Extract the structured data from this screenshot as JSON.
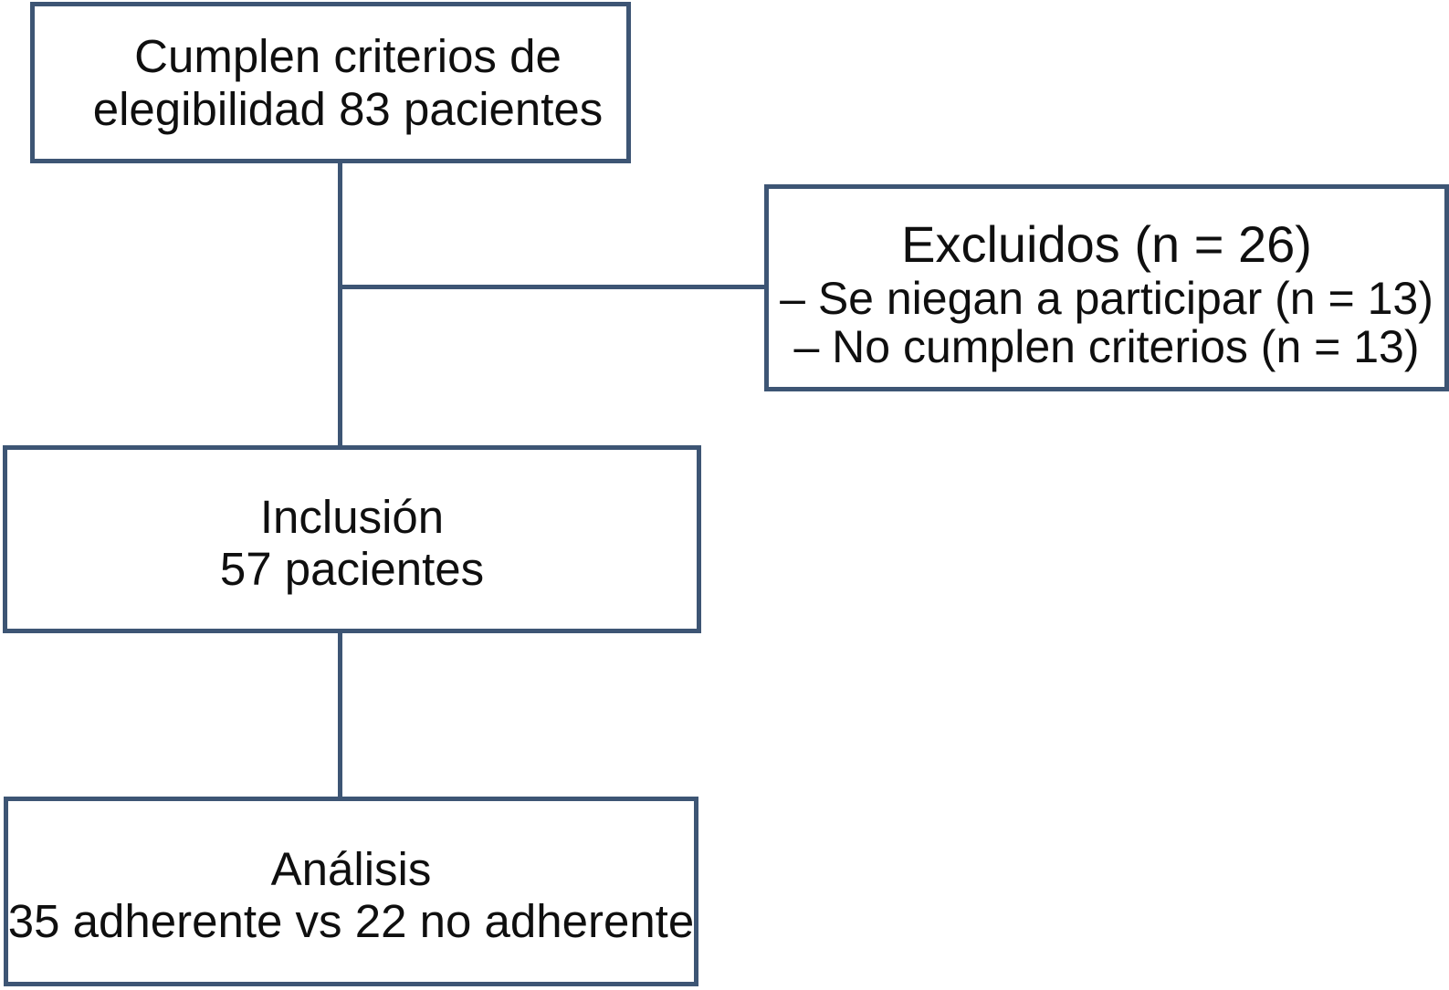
{
  "figure": {
    "type": "patient-flow-diagram",
    "background_color": "#ffffff",
    "line_color": "#3d5574",
    "text_color": "#0f0f0f"
  },
  "boxes": {
    "eligibility": {
      "lines": [
        "Cumplen criterios de",
        "elegibilidad 83 pacientes"
      ]
    },
    "excluded": {
      "title": "Excluidos (n = 26)",
      "items": [
        "– Se niegan a participar (n = 13)",
        "– No cumplen criterios (n = 13)"
      ]
    },
    "inclusion": {
      "lines": [
        "Inclusión",
        "57 pacientes"
      ]
    },
    "analysis": {
      "lines": [
        "Análisis",
        "35 adherente vs 22 no adherente"
      ]
    }
  }
}
